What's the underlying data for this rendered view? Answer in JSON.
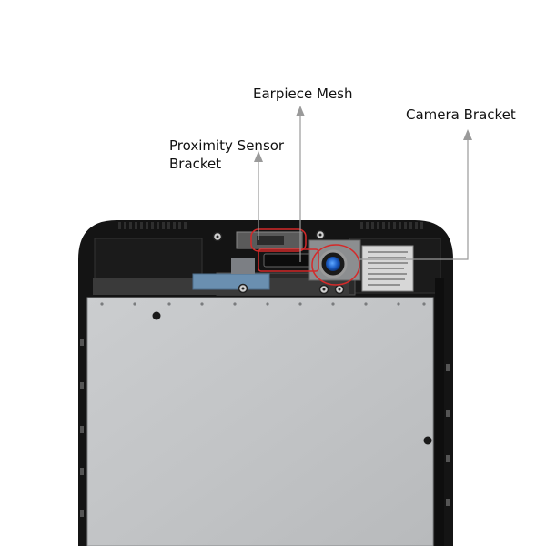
{
  "callouts": {
    "earpiece_mesh": "Earpiece Mesh",
    "camera_bracket": "Camera Bracket",
    "proximity_sensor_line1": "Proximity Sensor",
    "proximity_sensor_line2": "Bracket"
  },
  "colors": {
    "frame": "#141414",
    "lcd_backplate": "#c4c6c8",
    "blue_flex": "#6a8fb0",
    "highlight_red": "#d42a2a",
    "callout_line": "#999999"
  }
}
